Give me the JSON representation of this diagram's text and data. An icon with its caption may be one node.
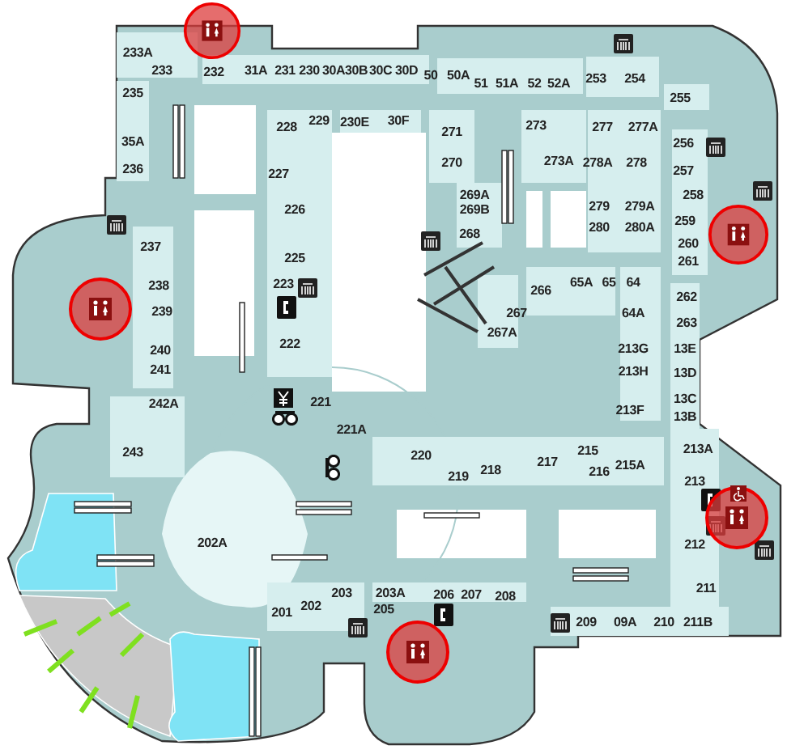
{
  "diagram": {
    "labels": [
      "233A",
      "233",
      "232",
      "31A",
      "231",
      "230",
      "30A",
      "30B",
      "30C",
      "30D",
      "50",
      "50A",
      "51",
      "51A",
      "52",
      "52A",
      "253",
      "254",
      "235",
      "255",
      "228",
      "229",
      "230E",
      "30F",
      "271",
      "273",
      "277",
      "277A",
      "35A",
      "256",
      "227",
      "270",
      "273A",
      "278A",
      "278",
      "236",
      "257",
      "226",
      "269A",
      "269B",
      "258",
      "279",
      "279A",
      "259",
      "280",
      "280A",
      "237",
      "268",
      "260",
      "225",
      "261",
      "238",
      "223",
      "266",
      "65A",
      "65",
      "64",
      "262",
      "239",
      "267",
      "64A",
      "263",
      "222",
      "267A",
      "240",
      "213G",
      "13E",
      "241",
      "221",
      "213H",
      "13D",
      "242A",
      "13C",
      "213F",
      "13B",
      "221A",
      "243",
      "220",
      "219",
      "218",
      "217",
      "215",
      "216",
      "215A",
      "213A",
      "213",
      "202A",
      "212",
      "211",
      "203",
      "203A",
      "206",
      "207",
      "208",
      "201",
      "202",
      "205",
      "209",
      "09A",
      "210",
      "211B"
    ]
  }
}
